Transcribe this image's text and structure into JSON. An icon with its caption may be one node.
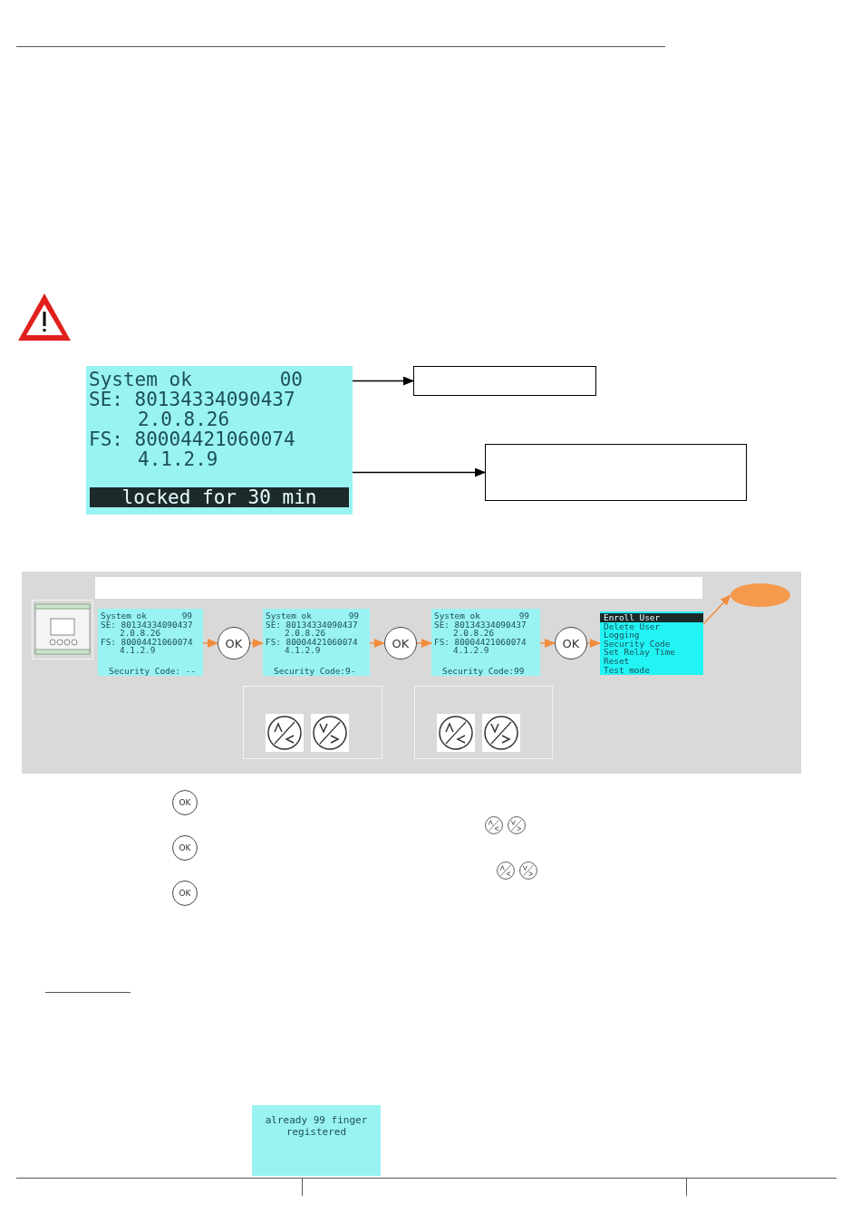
{
  "diagram": {
    "nodes": [
      {
        "text": [
          "System ok",
          "00",
          "SE: 80134334090437",
          "2.0.8.26",
          "FS: 80004421060074",
          "4.1.2.9",
          "locked for 30 min"
        ]
      },
      {
        "text": [],
        "shape": "box"
      },
      {
        "text": [],
        "shape": "box"
      },
      {
        "text": [],
        "shape": "box"
      },
      {
        "text": [],
        "shape": "picture",
        "in": 3
      },
      {
        "text": [
          "System ok",
          "99",
          "SE: 80134334090437",
          "2.0.8.26",
          "FS: 80004421060074",
          "4.1.2.9",
          "Security Code: --"
        ],
        "in": 3
      },
      {
        "text": [
          "OK"
        ],
        "in": 3
      },
      {
        "text": [
          "System ok",
          "99",
          "SE: 80134334090437",
          "2.0.8.26",
          "FS: 80004421060074",
          "4.1.2.9",
          "Security Code:9-"
        ],
        "in": 3
      },
      {
        "text": [],
        "shape": "box",
        "in": 3
      },
      {
        "text": [
          "OK"
        ],
        "in": 3
      },
      {
        "text": [
          "System ok",
          "99",
          "SE: 80134334090437",
          "2.0.8.26",
          "FS: 80004421060074",
          "4.1.2.9",
          "Security Code:99"
        ],
        "in": 3
      },
      {
        "text": [],
        "shape": "box",
        "in": 3
      },
      {
        "text": [
          "OK"
        ],
        "in": 3
      },
      {
        "text": [
          "Enroll User",
          "Delete User",
          "Logging",
          "Security Code",
          "Set Relay Time",
          "Reset",
          "Test mode"
        ],
        "in": 3
      },
      {
        "text": [],
        "shape": "ellipse",
        "in": 3
      },
      {
        "text": [
          "already 99 finger registered"
        ]
      }
    ],
    "edges": [
      {
        "from": 0,
        "to": 1,
        "arrow": "to",
        "color": "#000000"
      },
      {
        "from": 0,
        "to": 2,
        "arrow": "to",
        "color": "#000000"
      },
      {
        "from": 5,
        "to": 6,
        "arrow": "to"
      },
      {
        "from": 6,
        "to": 7,
        "arrow": "to"
      },
      {
        "from": 7,
        "to": 9,
        "arrow": "to"
      },
      {
        "from": 9,
        "to": 10,
        "arrow": "to"
      },
      {
        "from": 10,
        "to": 12,
        "arrow": "to"
      },
      {
        "from": 12,
        "to": 13,
        "arrow": "to"
      },
      {
        "from": 13,
        "to": 14,
        "arrow": "to"
      }
    ],
    "labels": [
      "OK",
      "OK",
      "OK"
    ]
  }
}
